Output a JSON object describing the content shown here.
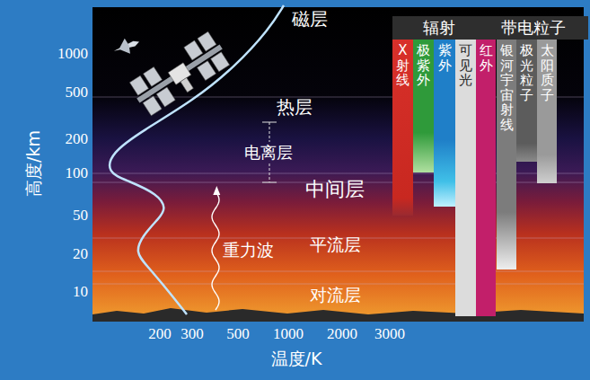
{
  "diagram": {
    "nodes": [
      {
        "text": [
          "辐射"
        ]
      },
      {
        "text": [
          "带电粒子"
        ]
      },
      {
        "text": [
          "X射线"
        ]
      },
      {
        "text": [
          "极紫外"
        ]
      },
      {
        "text": [
          "紫外"
        ]
      },
      {
        "text": [
          "可见光"
        ]
      },
      {
        "text": [
          "红外"
        ]
      },
      {
        "text": [
          "银河宇宙射线"
        ]
      },
      {
        "text": [
          "极光粒子"
        ]
      },
      {
        "text": [
          "太阳质子"
        ]
      }
    ],
    "labels": [
      "磁层",
      "热层",
      "电离层",
      "中间层",
      "平流层",
      "对流层",
      "重力波",
      "高度/km",
      "温度/K",
      "1000",
      "500",
      "200",
      "100",
      "50",
      "20",
      "10",
      "200",
      "300",
      "500",
      "1000",
      "2000",
      "3000"
    ]
  }
}
